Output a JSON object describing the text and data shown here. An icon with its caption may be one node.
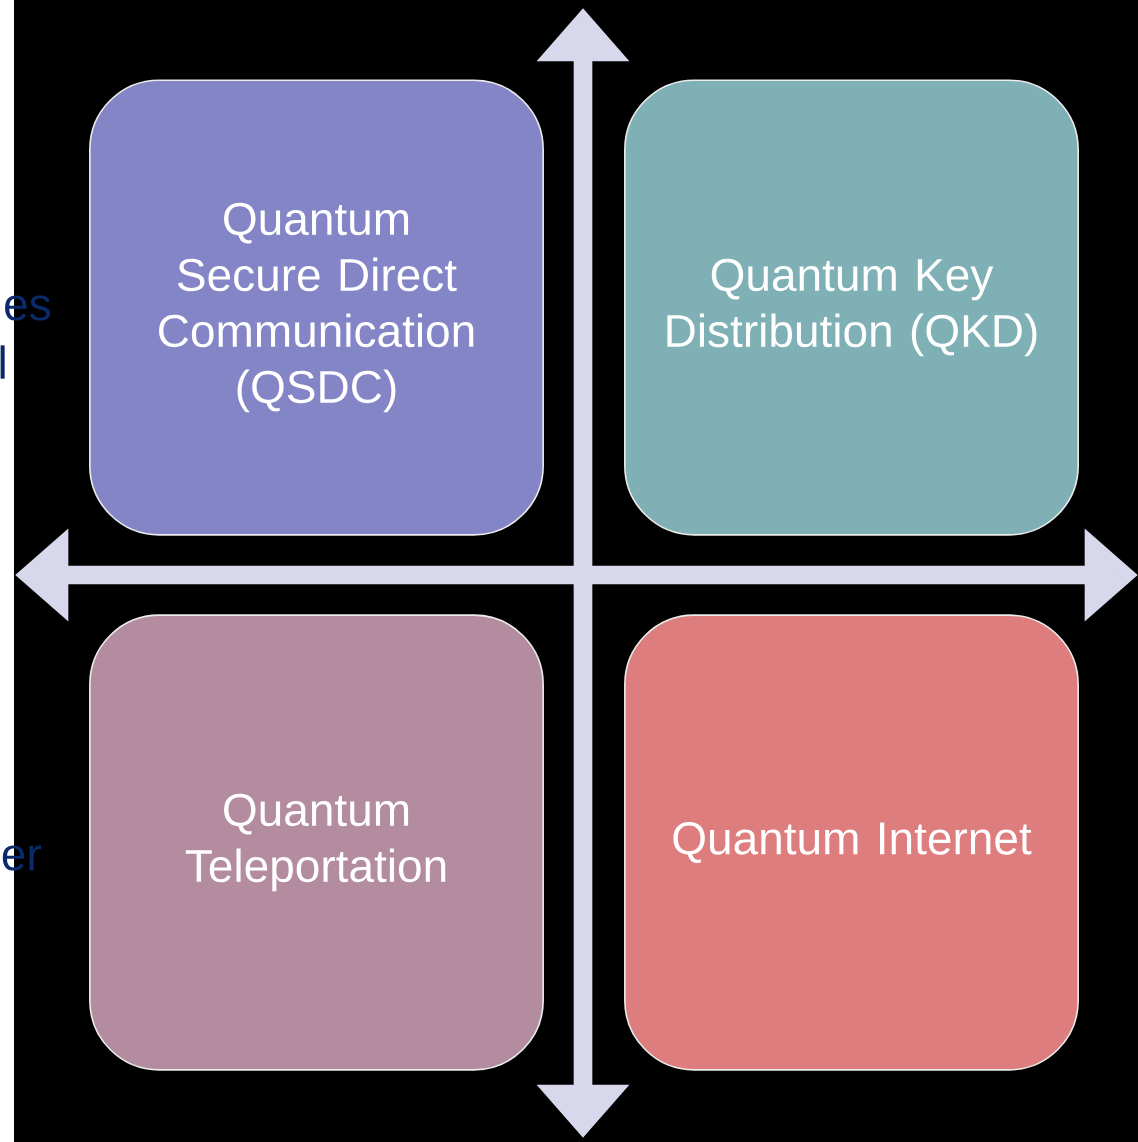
{
  "diagram": {
    "nodes": [
      {
        "text": [
          "Quantum Secure Direct Communication (QSDC)"
        ]
      },
      {
        "text": [
          "Quantum Key Distribution (QKD)"
        ]
      },
      {
        "text": [
          "Quantum Teleportation"
        ]
      },
      {
        "text": [
          "Quantum Internet"
        ]
      }
    ],
    "labels": [
      "es",
      "l",
      "er"
    ]
  }
}
